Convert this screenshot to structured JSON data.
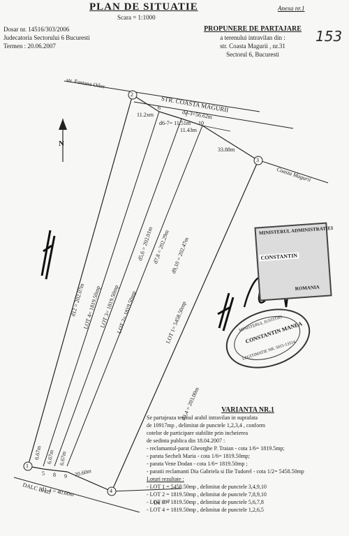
{
  "header": {
    "title": "PLAN DE SITUATIE",
    "scale": "Scara = 1:1000",
    "annex": "Anexa nr.1",
    "dossier": "Dosar nr. 14516/303/2006",
    "court": "Judecatoria Sectorului 6 Bucuresti",
    "deadline": "Termen : 20.06.2007"
  },
  "proposal": {
    "title": "PROPUNERE DE PARTAJARE",
    "line1": "a terenului intravilan din :",
    "line2": "str. Coasta Magurii , nr.31",
    "line3": "Sectorul 6, Bucuresti"
  },
  "handwritten_number": "153",
  "plan": {
    "street_top_left": "str. Fantana Oilor",
    "street_top": "STR. COASTA MAGURII",
    "street_right": "Coasta Magurii",
    "street_bottom_left": "DALC Brazi",
    "street_bottom_right": "De 697",
    "north": "N",
    "points": [
      "2",
      "6",
      "7",
      "10",
      "3",
      "1",
      "4",
      "9",
      "8",
      "5"
    ],
    "top_segment_6_7": "d6-7= 11.51m",
    "top_segment_2_6": "11.2xm",
    "top_segment_7_10": "11.43m",
    "top_segment_10_3": "33.88m",
    "top_total": "d2-3=56.62m",
    "bottom_seg1": "6.67m",
    "bottom_seg2": "6.67m",
    "bottom_seg3": "6.67m",
    "bottom_seg4": "20.60m",
    "bottom_total": "d1-4 = 40.60m",
    "d12": "d12 = 202.07m",
    "d56": "d5,6 = 202.01m",
    "d78": "d7,8 = 202.29m",
    "d910": "d9,10 = 202.47m",
    "d34": "d3,4 = 203.00m",
    "lot1": "LOT 1= 5458.50mp",
    "lot2": "LOT 2= 1819.50mp",
    "lot3": "LOT 3= 1819.50mp",
    "lot4": "LOT 4= 1819.50mp"
  },
  "stamps": {
    "stamp1_top": "MINISTERUL ADMINISTRATIEI",
    "stamp1_mid": "CONSTANTIN",
    "stamp1_bottom": "ROMANIA",
    "seal_top": "MINISTERUL JUSTITIEI",
    "seal_mid": "CONSTANTIN MANEA",
    "seal_bottom": "LEGITIMATIE NR. 5015-13514"
  },
  "variant": {
    "title": "VARIANTA NR.1",
    "p1": "Se partajeaza terenul arabil intravilan in suprafata",
    "p2": "de 10917mp , delimitat de punctele 1,2,3,4 , conform",
    "p3": "cotelor de participare stabilite prin incheierea",
    "p4": "de sedinta publica din 18.04.2007 :",
    "b1": "- reclamantul-parat Gheorghe P. Traian - cota 1/6= 1819.5mp;",
    "b2": "- parata Secheli Maria - cota 1/6= 1819.50mp;",
    "b3": "- parata Vene Dodan - cota 1/6= 1819.50mp ;",
    "b4": "- paratii reclamanti Dia Gabriela si Ilie Tudorel - cota 1/2= 5458.50mp",
    "results": "Loturi rezultate :",
    "r1": "- LOT 1 = 5458.50mp , delimitat de punctele 3,4,9,10",
    "r2": "- LOT 2 = 1819.50mp , delimitat de punctele 7,8,9,10",
    "r3": "- LOT 3 = 1819.50mp , delimitat de punctele 5,6,7,8",
    "r4": "- LOT 4 = 1819.50mp , delimitat de punctele 1,2,6,5"
  }
}
